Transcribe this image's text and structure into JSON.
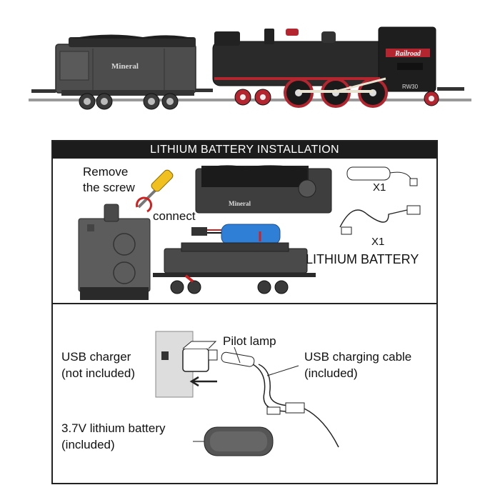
{
  "hero": {
    "tender_label": "Mineral",
    "logo_text": "Railroad",
    "cab_number": "RW30"
  },
  "section_install": {
    "title": "LITHIUM BATTERY INSTALLATION",
    "remove_line1": "Remove",
    "remove_line2": "the screw",
    "connect": "connect",
    "tender_label": "Mineral",
    "qty_battery": "X1",
    "qty_cable": "X1",
    "battery_label": "LITHIUM BATTERY"
  },
  "section_charge": {
    "pilot_lamp": "Pilot lamp",
    "usb_charger_line1": "USB charger",
    "usb_charger_line2": "(not included)",
    "usb_cable_line1": "USB charging cable",
    "usb_cable_line2": "(included)",
    "battery_line1": "3.7V lithium battery",
    "battery_line2": "(included)"
  },
  "colors": {
    "locomotive_body": "#2a2a2a",
    "wheel_red": "#b3262f",
    "tender_grey": "#555555",
    "battery_blue": "#2f7fd6",
    "screwdriver_yellow": "#f0c020",
    "arrow_red": "#d02020"
  }
}
